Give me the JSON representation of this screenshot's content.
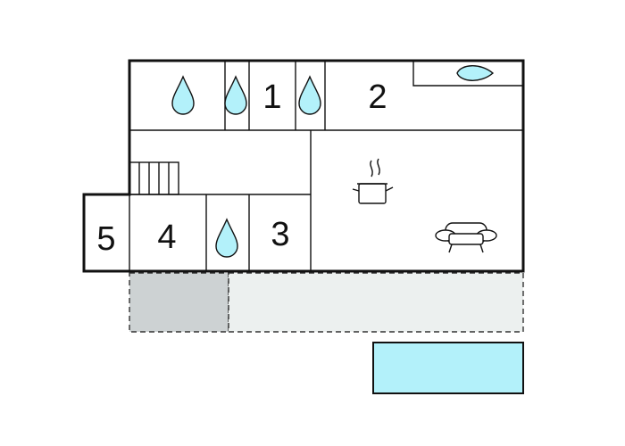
{
  "rooms": [
    {
      "label": "1"
    },
    {
      "label": "2"
    },
    {
      "label": "3"
    },
    {
      "label": "4"
    },
    {
      "label": "5"
    }
  ],
  "icons": {
    "water_drop": "water-drop-icon",
    "cooking_pot": "cooking-pot-icon",
    "sofa": "sofa-icon",
    "stairs": "stairs-icon",
    "bathtub": "bathtub-icon"
  },
  "colors": {
    "water": "#b3f1fa",
    "terrace": "#ecf0ef",
    "covered_terrace": "#cdd2d3",
    "pool": "#b3f1fa",
    "wall": "#111111"
  }
}
